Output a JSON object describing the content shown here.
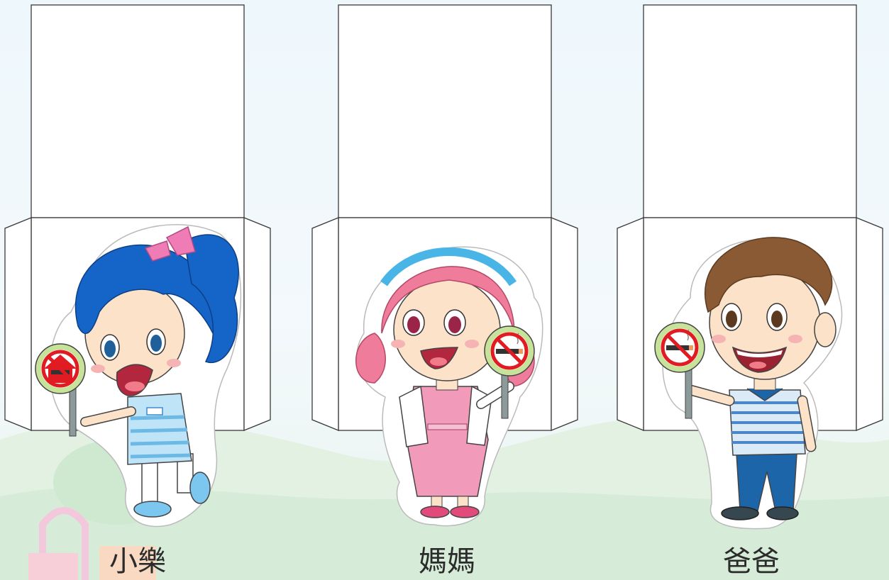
{
  "characters": [
    {
      "id": "xiaole",
      "label": "小樂",
      "hair_color": "#1565c8",
      "outfit_color": "#8fd0f2",
      "bow_color": "#f07cb5"
    },
    {
      "id": "mama",
      "label": "媽媽",
      "hair_color": "#f07c9c",
      "outfit_color": "#f29ab9",
      "headband_color": "#48b5e6"
    },
    {
      "id": "baba",
      "label": "爸爸",
      "hair_color": "#8a5a34",
      "outfit_color": "#4a86c8",
      "pants_color": "#1c65a8"
    }
  ],
  "icons": [
    "no-smoking-sign-icon",
    "no-smoking-home-sign-icon"
  ],
  "colors": {
    "sign_ring": "#c7e39a",
    "sign_prohibit": "#e11b22",
    "outline": "#444444",
    "skin": "#fbe2c8",
    "background_hill": "#d9edd6"
  }
}
